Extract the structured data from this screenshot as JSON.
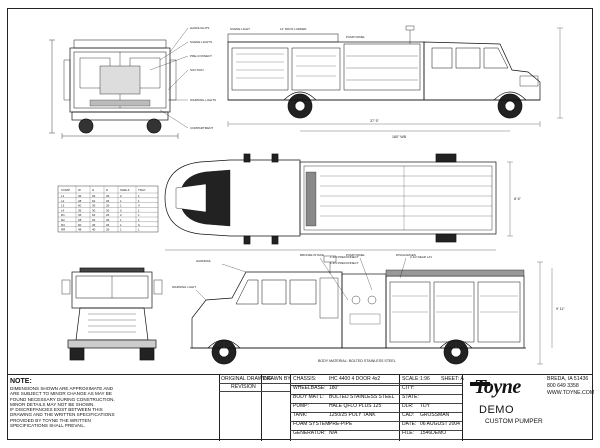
{
  "note": {
    "heading": "NOTE:",
    "lines": [
      "DIMENSIONS SHOWN ARE APPROXIMATE AND",
      "ARE SUBJECT TO MINOR CHANGE AS MAY BE",
      "FOUND NECESSARY DURING CONSTRUCTION.",
      "MINOR DETAILS MAY NOT BE SHOWN.",
      "IF DISCREPANCIES EXIST BETWEEN THIS",
      "DRAWING AND THE WRITTEN SPECIFICATIONS",
      "PROVIDED BY TOYNE THE WRITTEN",
      "SPECIFICATIONS SHALL PREVAIL."
    ]
  },
  "title_block": {
    "original_drawing": "ORIGINAL DRAWING",
    "drawn_by": "DRAWN BY",
    "revision": "REVISION",
    "specs": [
      {
        "k": "CHASSIS:",
        "v": "IHC 4400 4 DOOR 4x2"
      },
      {
        "k": "WHEELBASE:",
        "v": "180\""
      },
      {
        "k": "BODY MAT'L:",
        "v": "BOLTED STAINLESS STEEL"
      },
      {
        "k": "PUMP:",
        "v": "HALE QFLO PLUS 125"
      },
      {
        "k": "TANK:",
        "v": "1250/25 POLY TANK"
      },
      {
        "k": "FOAM SYSTEM:",
        "v": "PRE-PIPE"
      },
      {
        "k": "GENERATOR:",
        "v": "N/A"
      }
    ],
    "mid": [
      {
        "k": "SCALE:",
        "v": "1:96"
      },
      {
        "k": "CITY:",
        "v": ""
      },
      {
        "k": "STATE:",
        "v": ""
      },
      {
        "k": "DLR:",
        "v": "TDY"
      },
      {
        "k": "CAD:",
        "v": "GROSSMAN"
      },
      {
        "k": "DATE:",
        "v": "06 AUGUST 2004"
      },
      {
        "k": "FILE:",
        "v": "1546DEMO"
      }
    ],
    "sheet": "SHEET: A",
    "logo": "Toyne",
    "address": [
      "BREDA, IA 51436",
      "800 649 3358",
      "WWW.TOYNE.COM"
    ],
    "title": "DEMO",
    "subtitle": "CUSTOM PUMPER"
  },
  "dims": {
    "side_top": "37' 5\"",
    "side_bottom": "180\" WB",
    "plan_width": "8' 6\"",
    "side2_body": "BODY MATERIAL: BOLTED STAINLESS STEEL",
    "side2_height": "9' 11\""
  },
  "callouts": {
    "rear": [
      "HANDLIGHTS",
      "SCENE LIGHTS",
      "PRE-CONNECT",
      "SUCTION",
      "WARNING LIGHTS",
      "COMPARTMENT"
    ],
    "side1": [
      "SCENE LIGHT",
      "12' ROOF LADDER",
      "PUMP PANEL"
    ],
    "plan": [
      "1-3/4 PRECONNECT",
      "1-3/4 PRECONNECT",
      "2-1/2 DEAD LAY"
    ],
    "side2": [
      "HANDRAIL",
      "WARNING LIGHT",
      "BRONZE INTAKE",
      "PUMP PANEL",
      "DISCHARGES"
    ]
  },
  "table": {
    "headers": [
      "COMP",
      "W",
      "H",
      "D",
      "SHELF",
      "TRAY"
    ],
    "rows": [
      [
        "L1",
        "36",
        "62",
        "26",
        "2",
        "1"
      ],
      [
        "L2",
        "28",
        "62",
        "26",
        "1",
        "1"
      ],
      [
        "L3",
        "60",
        "36",
        "26",
        "1",
        "0"
      ],
      [
        "L4",
        "36",
        "30",
        "26",
        "0",
        "1"
      ],
      [
        "R1",
        "36",
        "62",
        "26",
        "2",
        "1"
      ],
      [
        "R2",
        "28",
        "62",
        "26",
        "1",
        "1"
      ],
      [
        "R3",
        "60",
        "36",
        "26",
        "1",
        "0"
      ],
      [
        "RR",
        "48",
        "40",
        "26",
        "1",
        "1"
      ]
    ]
  }
}
